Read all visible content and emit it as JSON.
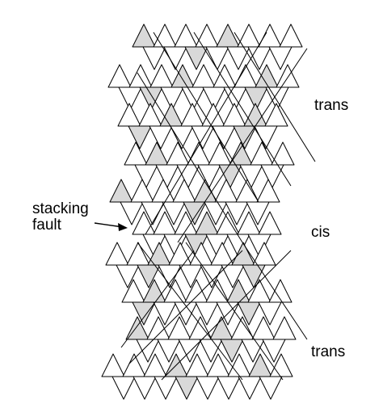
{
  "labels": {
    "trans_top": "trans",
    "cis": "cis",
    "trans_bottom": "trans",
    "stacking_fault_line1": "stacking",
    "stacking_fault_line2": "fault"
  },
  "colors": {
    "background": "#ffffff",
    "stroke": "#000000",
    "shadow_face": "#d9d9d9"
  }
}
